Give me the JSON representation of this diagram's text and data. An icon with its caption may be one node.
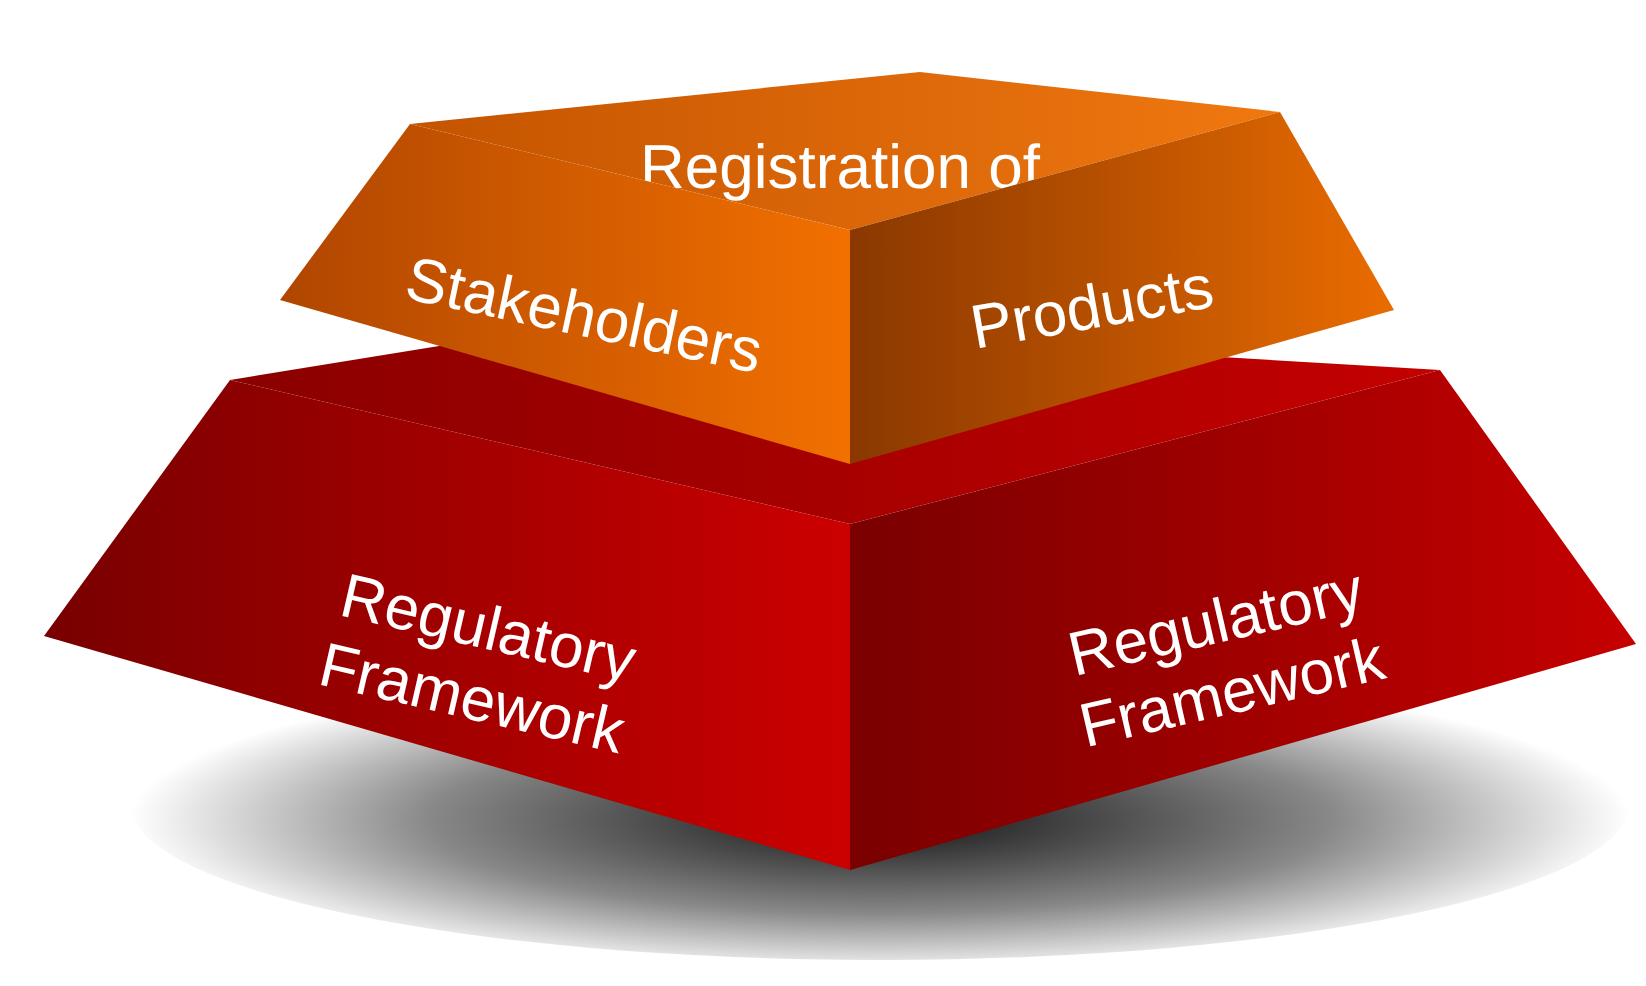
{
  "diagram": {
    "nodes": [
      {
        "text": [
          "Registration of"
        ]
      },
      {
        "text": [
          "Stakeholders"
        ]
      },
      {
        "text": [
          "Products"
        ]
      },
      {
        "text": [],
        "shape": "box"
      },
      {
        "text": [
          "Regulatory Framework"
        ]
      },
      {
        "text": [
          "Regulatory Framework"
        ]
      }
    ]
  }
}
